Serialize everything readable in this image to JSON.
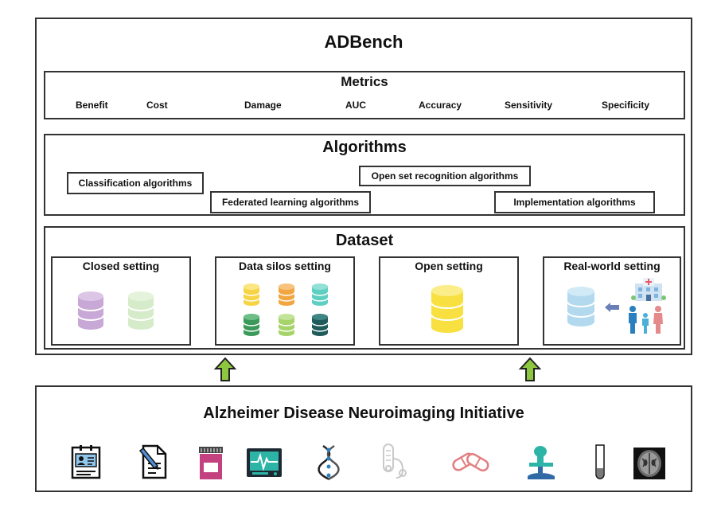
{
  "title": "ADBench",
  "metrics": {
    "heading": "Metrics",
    "items": [
      "Benefit",
      "Cost",
      "Damage",
      "AUC",
      "Accuracy",
      "Sensitivity",
      "Specificity"
    ]
  },
  "algorithms": {
    "heading": "Algorithms",
    "items": [
      "Classification algorithms",
      "Open set recognition algorithms",
      "Federated learning algorithms",
      "Implementation algorithms"
    ]
  },
  "dataset": {
    "heading": "Dataset",
    "settings": [
      "Closed setting",
      "Data silos setting",
      "Open setting",
      "Real-world setting"
    ]
  },
  "source": {
    "title": "Alzheimer Disease Neuroimaging Initiative",
    "icons": [
      "id-card-icon",
      "document-edit-icon",
      "pill-bottle-icon",
      "heart-monitor-icon",
      "dna-icon",
      "stethoscope-icon",
      "capsules-icon",
      "microscope-icon",
      "test-tube-icon",
      "brain-scan-icon"
    ]
  },
  "colors": {
    "border": "#333333",
    "arrow_fill": "#8dc63f",
    "closed_db": [
      "#c8a8d6",
      "#d6ebc9"
    ],
    "silo_db": [
      "#f7d444",
      "#f1a640",
      "#5ecfc1",
      "#3b9a59",
      "#a6d46a",
      "#1f5b5a"
    ],
    "open_db": "#f7e040",
    "real_db": "#b3d9ef"
  }
}
